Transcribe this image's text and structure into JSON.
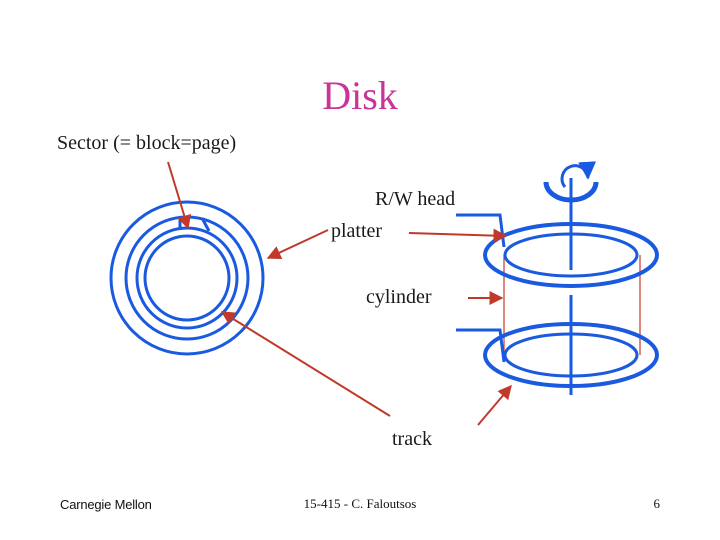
{
  "title": "Disk",
  "labels": {
    "sector": "Sector (= block=page)",
    "rw_head": "R/W head",
    "platter": "platter",
    "cylinder": "cylinder",
    "track": "track"
  },
  "footer": {
    "left": "Carnegie Mellon",
    "center": "15-415 - C. Faloutsos",
    "page": "6"
  },
  "colors": {
    "title": "#cc3399",
    "disk": "#1a5ae0",
    "arrow": "#c0392b",
    "text": "#1a1a1a"
  }
}
